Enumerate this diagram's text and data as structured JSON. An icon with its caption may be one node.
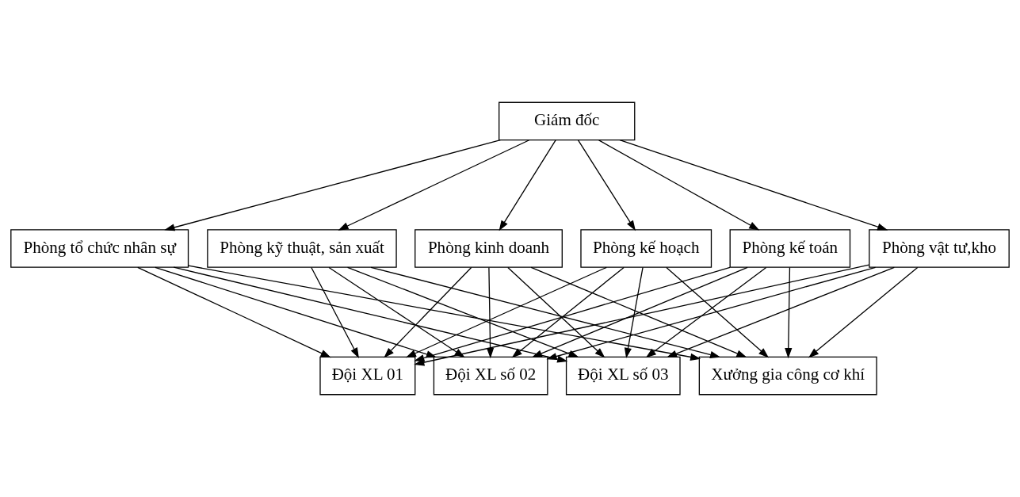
{
  "diagram": {
    "nodes": [
      {
        "text": [
          "Giám đốc"
        ]
      },
      {
        "text": [
          "Phòng tổ chức nhân sự"
        ]
      },
      {
        "text": [
          "Phòng kỹ thuật, sản xuất"
        ]
      },
      {
        "text": [
          "Phòng kinh doanh"
        ]
      },
      {
        "text": [
          "Phòng kế hoạch"
        ]
      },
      {
        "text": [
          "Phòng kế toán"
        ]
      },
      {
        "text": [
          "Phòng vật tư,kho"
        ]
      },
      {
        "text": [
          "Đội XL 01"
        ]
      },
      {
        "text": [
          "Đội XL số 02"
        ]
      },
      {
        "text": [
          "Đội XL số 03"
        ]
      },
      {
        "text": [
          "Xưởng gia công cơ khí"
        ]
      }
    ],
    "edges": [
      {
        "from": 0,
        "to": 1,
        "arrow": "to"
      },
      {
        "from": 0,
        "to": 2,
        "arrow": "to"
      },
      {
        "from": 0,
        "to": 3,
        "arrow": "to"
      },
      {
        "from": 0,
        "to": 4,
        "arrow": "to"
      },
      {
        "from": 0,
        "to": 5,
        "arrow": "to"
      },
      {
        "from": 0,
        "to": 6,
        "arrow": "to"
      },
      {
        "from": 1,
        "to": 7,
        "arrow": "to"
      },
      {
        "from": 1,
        "to": 8,
        "arrow": "to"
      },
      {
        "from": 1,
        "to": 9,
        "arrow": "to"
      },
      {
        "from": 1,
        "to": 10,
        "arrow": "to"
      },
      {
        "from": 2,
        "to": 7,
        "arrow": "to"
      },
      {
        "from": 2,
        "to": 8,
        "arrow": "to"
      },
      {
        "from": 2,
        "to": 9,
        "arrow": "to"
      },
      {
        "from": 2,
        "to": 10,
        "arrow": "to"
      },
      {
        "from": 3,
        "to": 7,
        "arrow": "to"
      },
      {
        "from": 3,
        "to": 8,
        "arrow": "to"
      },
      {
        "from": 3,
        "to": 9,
        "arrow": "to"
      },
      {
        "from": 3,
        "to": 10,
        "arrow": "to"
      },
      {
        "from": 4,
        "to": 7,
        "arrow": "to"
      },
      {
        "from": 4,
        "to": 8,
        "arrow": "to"
      },
      {
        "from": 4,
        "to": 9,
        "arrow": "to"
      },
      {
        "from": 4,
        "to": 10,
        "arrow": "to"
      },
      {
        "from": 5,
        "to": 7,
        "arrow": "to"
      },
      {
        "from": 5,
        "to": 8,
        "arrow": "to"
      },
      {
        "from": 5,
        "to": 9,
        "arrow": "to"
      },
      {
        "from": 5,
        "to": 10,
        "arrow": "to"
      },
      {
        "from": 6,
        "to": 7,
        "arrow": "to"
      },
      {
        "from": 6,
        "to": 8,
        "arrow": "to"
      },
      {
        "from": 6,
        "to": 9,
        "arrow": "to"
      },
      {
        "from": 6,
        "to": 10,
        "arrow": "to"
      }
    ]
  }
}
